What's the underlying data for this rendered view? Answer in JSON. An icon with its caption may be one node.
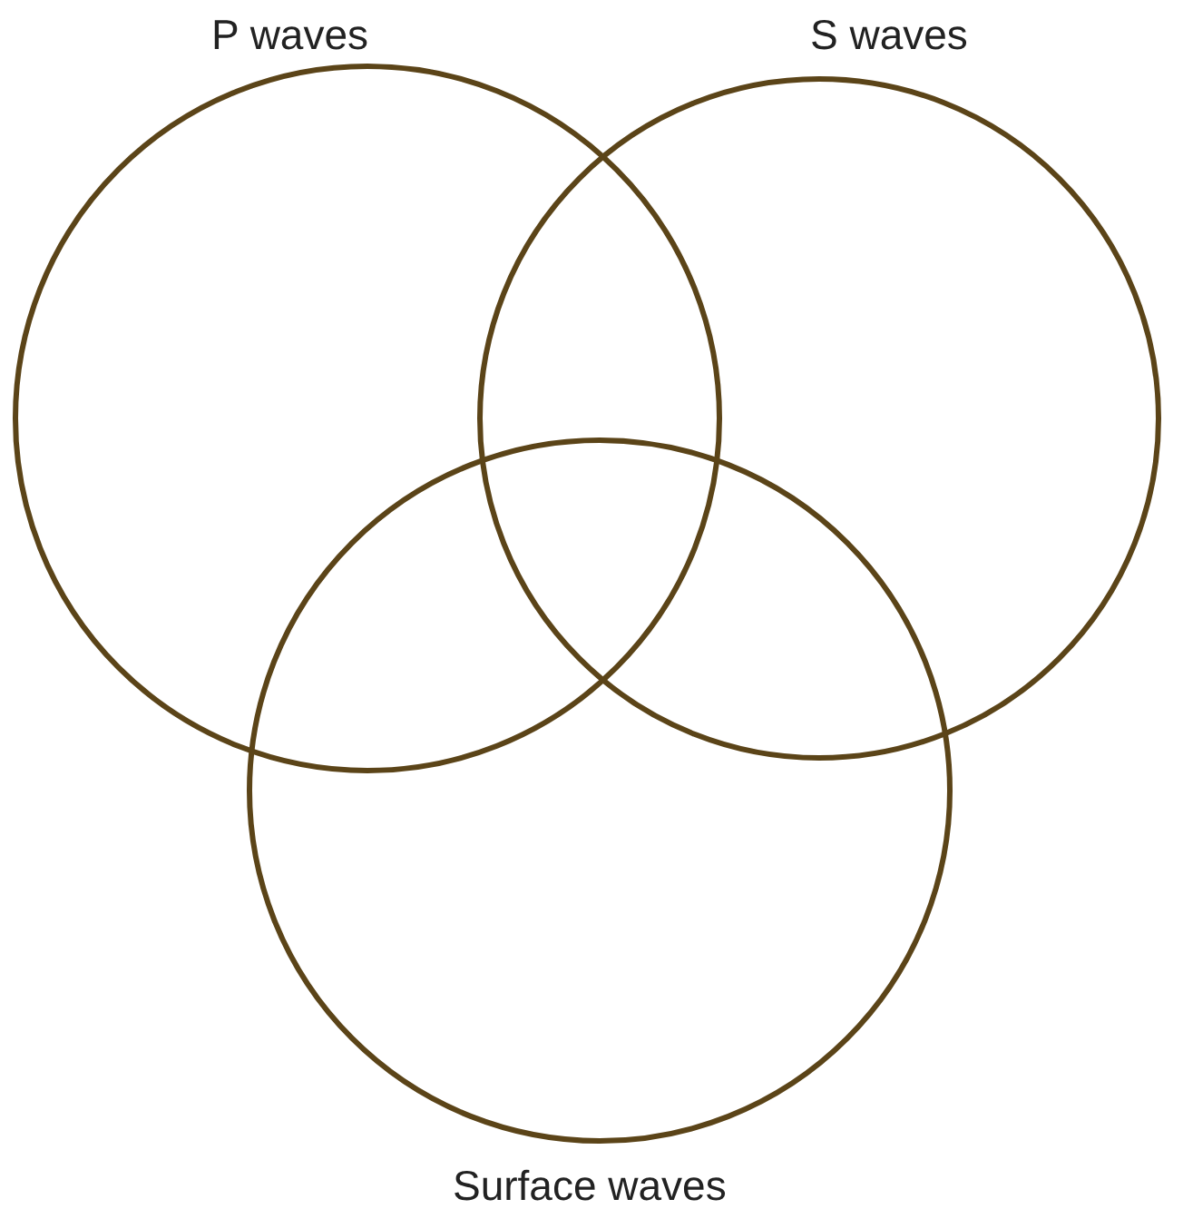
{
  "diagram": {
    "nodes": [
      {
        "text": [
          "P waves"
        ]
      },
      {
        "text": [
          "S waves"
        ]
      },
      {
        "text": [
          "Surface waves"
        ]
      }
    ]
  }
}
